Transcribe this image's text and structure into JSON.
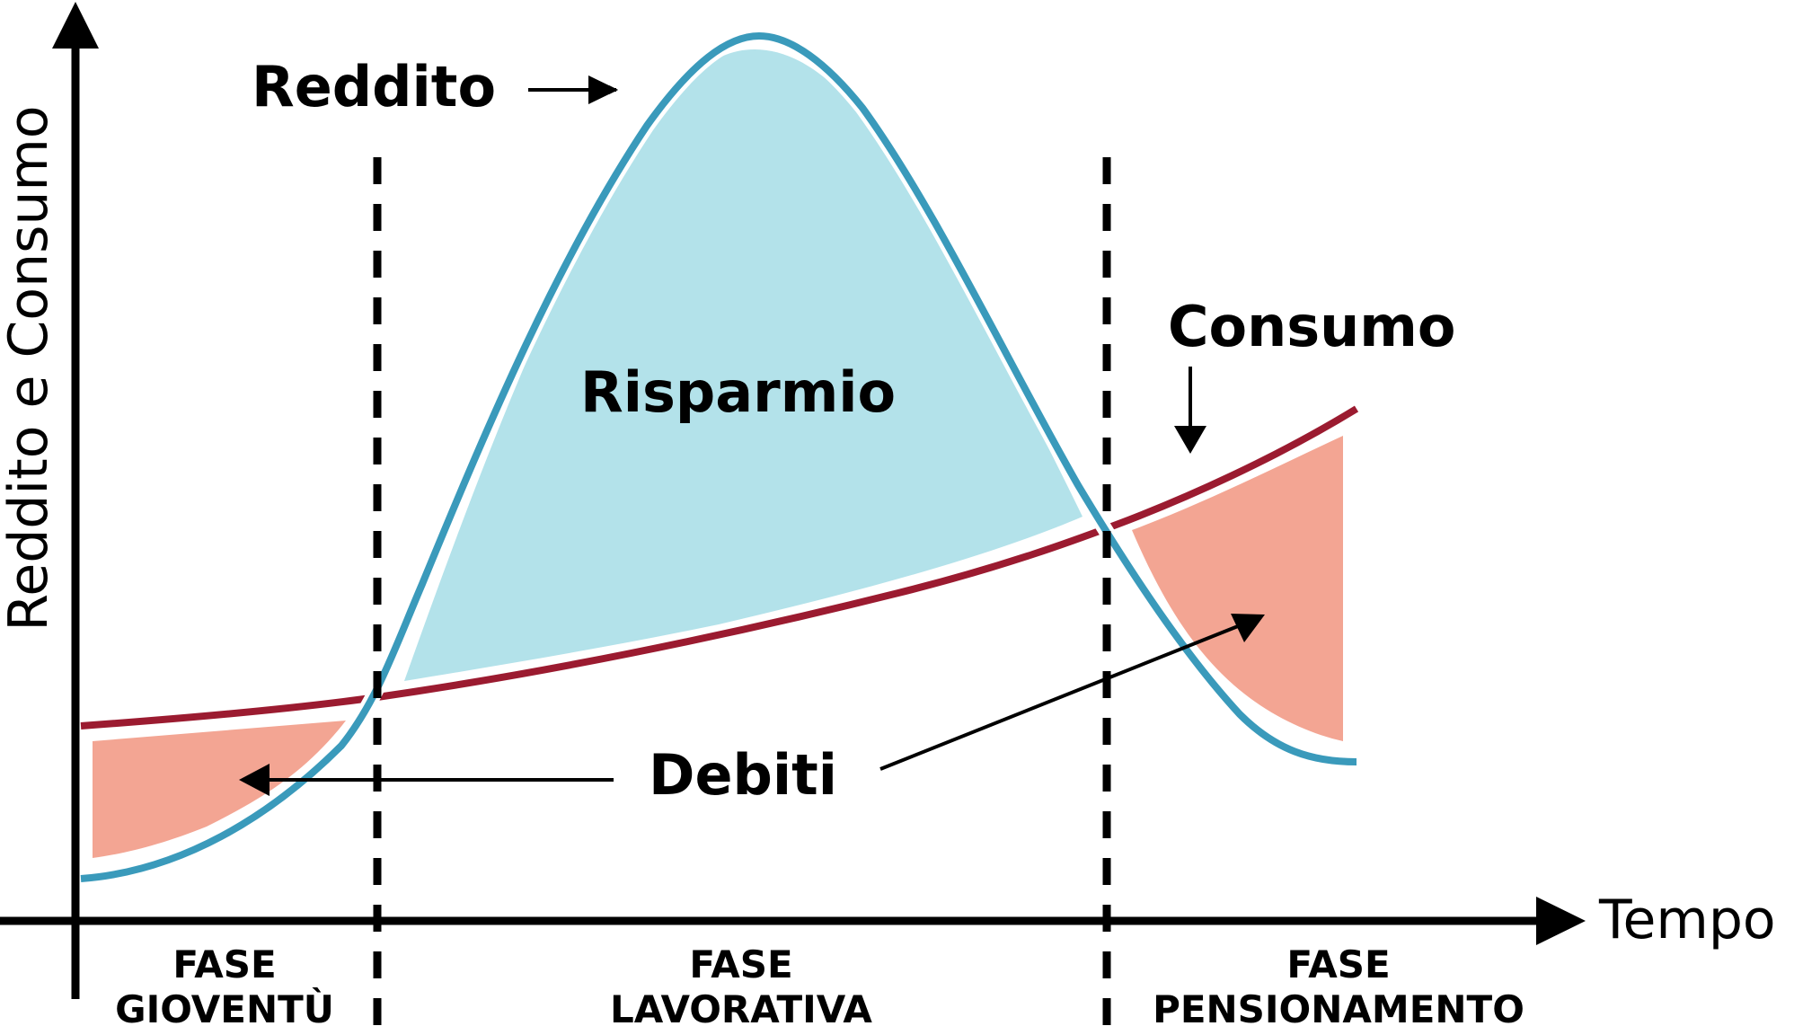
{
  "labels": {
    "income": "Reddito",
    "consumption": "Consumo",
    "saving": "Risparmio",
    "debt": "Debiti",
    "y_axis": "Reddito e Consumo",
    "x_axis": "Tempo"
  },
  "phases": [
    {
      "line1": "FASE",
      "line2": "GIOVENTÙ"
    },
    {
      "line1": "FASE",
      "line2": "LAVORATIVA"
    },
    {
      "line1": "FASE",
      "line2": "PENSIONAMENTO"
    }
  ],
  "colors": {
    "income_curve": "#3a9abb",
    "consumption_curve": "#9b1b30",
    "saving_area": "#b3e2ea",
    "debt_area": "#f3a593",
    "axes": "#000000"
  }
}
